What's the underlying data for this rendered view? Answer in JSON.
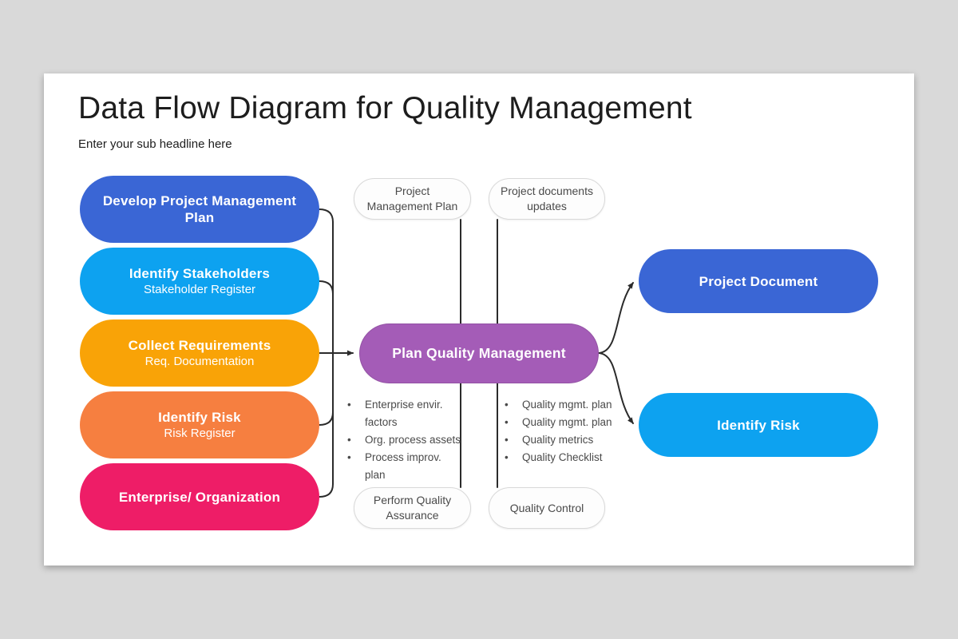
{
  "slide": {
    "title": "Data Flow Diagram for Quality Management",
    "subtitle": "Enter your sub headline here"
  },
  "process_pills": [
    {
      "title": "Develop Project Management Plan",
      "subtitle": "",
      "color": "#3a66d5"
    },
    {
      "title": "Identify Stakeholders",
      "subtitle": "Stakeholder Register",
      "color": "#0da2f0"
    },
    {
      "title": "Collect Requirements",
      "subtitle": "Req. Documentation",
      "color": "#f9a307"
    },
    {
      "title": "Identify Risk",
      "subtitle": "Risk Register",
      "color": "#f67f40"
    },
    {
      "title": "Enterprise/ Organization",
      "subtitle": "",
      "color": "#ee1d67"
    }
  ],
  "center_node": {
    "label": "Plan Quality Management",
    "color": "#a45cb7"
  },
  "artifact_nodes": {
    "top_left": "Project Management Plan",
    "top_right": "Project documents updates",
    "bottom_left": "Perform Quality Assurance",
    "bottom_right": "Quality Control"
  },
  "bullet_lists": {
    "inputs": [
      "Enterprise envir. factors",
      "Org. process assets",
      "Process improv. plan"
    ],
    "outputs": [
      "Quality mgmt. plan",
      "Quality mgmt. plan",
      "Quality metrics",
      "Quality Checklist"
    ],
    "bullet_glyph": "•"
  },
  "output_pills": [
    {
      "label": "Project Document",
      "color": "#3a66d5"
    },
    {
      "label": "Identify Risk",
      "color": "#0da2f0"
    }
  ],
  "connector_color": "#2b2b2b"
}
